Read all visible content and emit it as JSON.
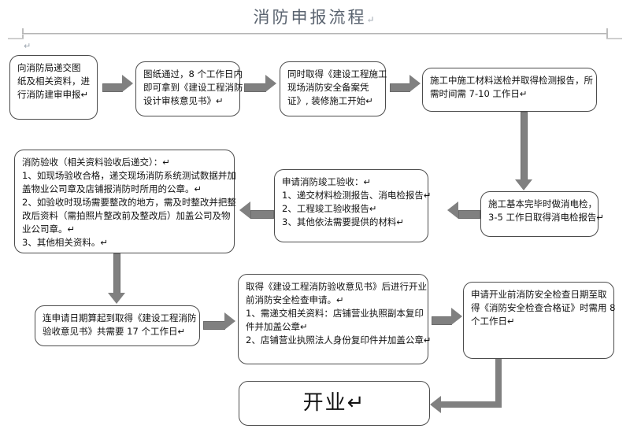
{
  "document": {
    "title": "消防申报流程",
    "pilcrow": "↵"
  },
  "nodes": {
    "n1": {
      "id": "n1",
      "lines": [
        "向消防局递交图",
        "纸及相关资料，进",
        "行消防建审申报↵"
      ]
    },
    "n2": {
      "id": "n2",
      "lines": [
        "图纸通过，8 个工作日内",
        "即可拿到《建设工程消防",
        "设计审核意见书》↵"
      ]
    },
    "n3": {
      "id": "n3",
      "lines": [
        "同时取得《建设工程施工",
        "现场消防安全备案凭",
        "证》, 装修施工开始↵"
      ]
    },
    "n4": {
      "id": "n4",
      "lines": [
        "施工中施工材料送检并取得检测报告，所",
        "需时间需 7-10 工作日↵"
      ]
    },
    "n5": {
      "id": "n5",
      "lines": [
        "施工基本完毕时做消电检，",
        "3-5 工作日取得消电检报告↵"
      ]
    },
    "n6": {
      "id": "n6",
      "lines": [
        "申请消防竣工验收：↵",
        "1、递交材料检测报告、消电检报告↵",
        "2、工程竣工验收报告↵",
        "3、其他依法需要提供的材料↵"
      ]
    },
    "n7": {
      "id": "n7",
      "lines": [
        "消防验收（相关资料验收后递交）：↵",
        "1、如现场验收合格，递交现场消防系统测试数据并加",
        "盖物业公司章及店铺报消防时所用的公章。↵",
        "2、如验收时现场需要整改的地方，需及时整改并把整",
        "改后资料（需拍照片整改前及整改后）加盖公司及物",
        "业公司章。↵",
        "3、其他相关资料。↵"
      ]
    },
    "n8": {
      "id": "n8",
      "lines": [
        "连申请日期算起到取得《建设工程消防",
        "验收意见书》共需要 17 个工作日↵"
      ]
    },
    "n9": {
      "id": "n9",
      "lines": [
        "取得《建设工程消防验收意见书》后进行开业",
        "前消防安全检查申请。↵",
        "1、需递交相关资料：店铺营业执照副本复印",
        "件并加盖公章↵",
        "2、店铺营业执照法人身份复印件并加盖公章↵"
      ]
    },
    "n10": {
      "id": "n10",
      "lines": [
        "申请开业前消防安全检查日期至取",
        "得《消防安全检查合格证》时需用 8",
        "个工作日↵"
      ]
    },
    "n11": {
      "id": "n11",
      "lines": [
        "开业↵"
      ]
    }
  },
  "connectors": {
    "c1": "arrow-n1-to-n2",
    "c2": "arrow-n2-to-n3",
    "c3": "arrow-n3-to-n4",
    "c4": "arrow-n4-down-to-n5",
    "c5": "arrow-n5-left-to-n6",
    "c6": "arrow-n6-left-to-n7",
    "c7": "arrow-n7-down-to-n8",
    "c8": "arrow-n8-right-to-n9",
    "c9": "arrow-n9-right-to-n10",
    "c10": "elbow-n10-down-left-to-n11"
  },
  "colors": {
    "connector": "#808080",
    "connector_outline": "#6b6b6b",
    "box_border": "#4c4c4c",
    "title_text": "#5b6470",
    "body_text": "#111111",
    "page_background": "#ffffff"
  }
}
